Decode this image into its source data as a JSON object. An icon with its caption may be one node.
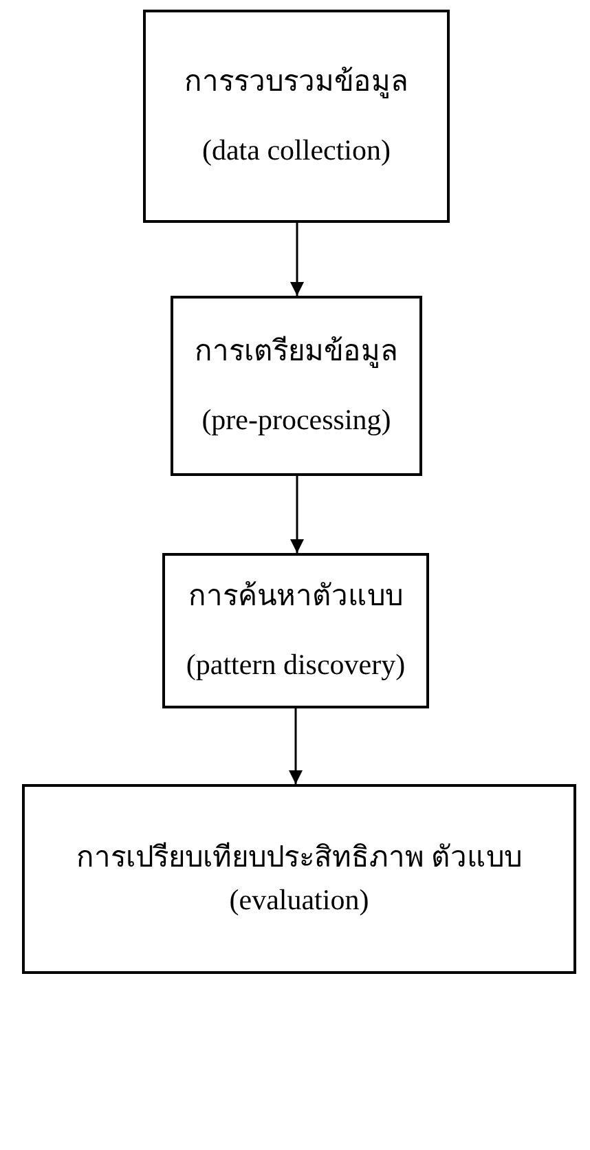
{
  "diagram": {
    "nodes": [
      {
        "text": [
          "การรวบรวมข้อมูล",
          "(data collection)"
        ]
      },
      {
        "text": [
          "การเตรียมข้อมูล",
          "(pre-processing)"
        ]
      },
      {
        "text": [
          "การค้นหาตัวแบบ",
          "(pattern discovery)"
        ]
      },
      {
        "text": [
          "การเปรียบเทียบประสิทธิภาพ ตัวแบบ (evaluation)"
        ]
      }
    ],
    "edges": [
      {
        "from": 0,
        "to": 1,
        "arrow": "to"
      },
      {
        "from": 1,
        "to": 2,
        "arrow": "to"
      },
      {
        "from": 2,
        "to": 3,
        "arrow": "to"
      }
    ]
  }
}
